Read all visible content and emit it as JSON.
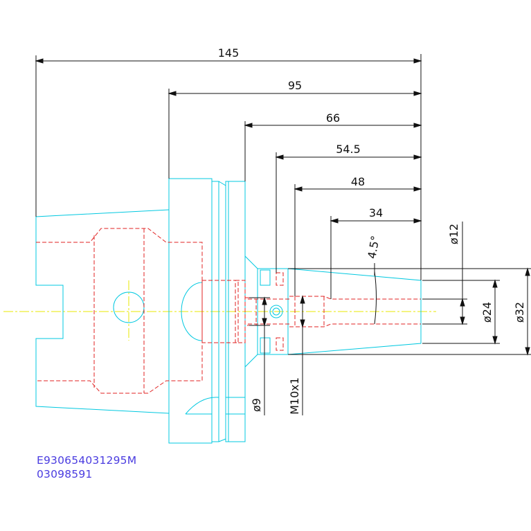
{
  "drawing": {
    "dimensions": {
      "length_145": "145",
      "length_95": "95",
      "length_66": "66",
      "length_54_5": "54.5",
      "length_48": "48",
      "length_34": "34",
      "angle": "4.5°",
      "dia_12": "ø12",
      "dia_24": "ø24",
      "dia_32": "ø32",
      "dia_9": "ø9",
      "thread": "M10x1"
    },
    "part_codes": {
      "line1": "E930654031295M",
      "line2": "03098591"
    },
    "colors": {
      "outline": "#00c8e0",
      "hidden": "#e02020",
      "dimension": "#111111",
      "centerline": "#e8e800",
      "text": "#4a3ce0"
    }
  }
}
